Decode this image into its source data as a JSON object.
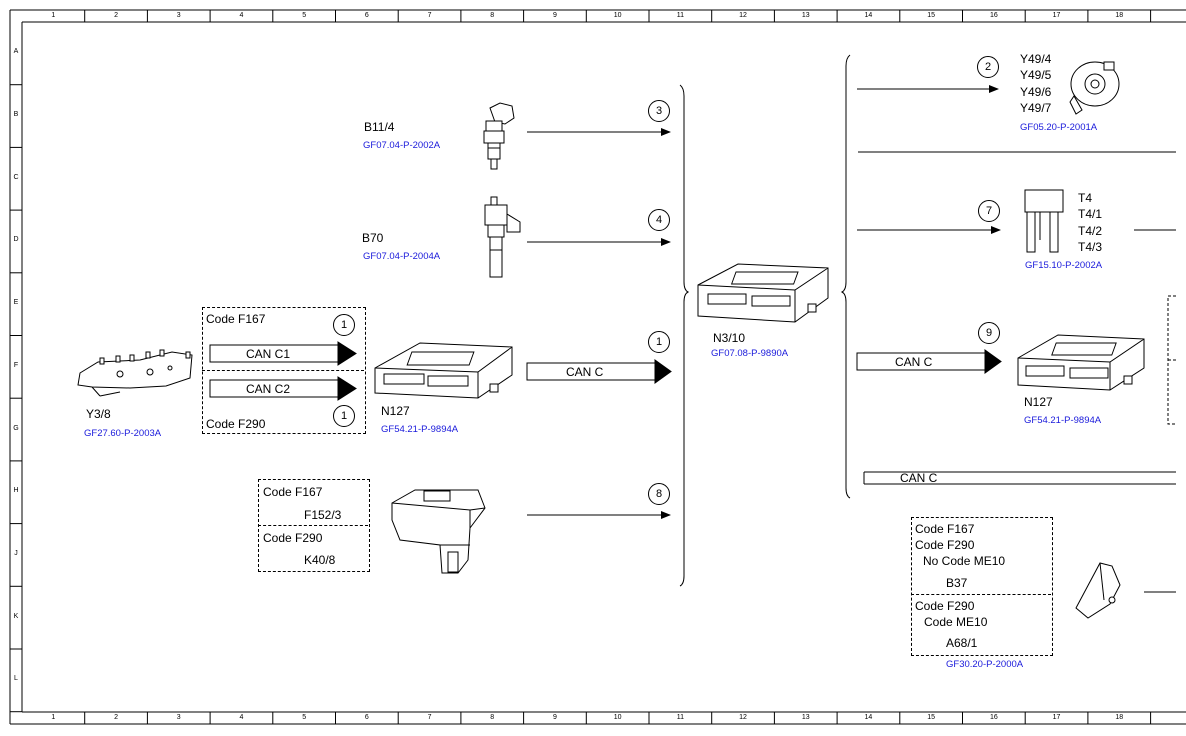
{
  "ruler": {
    "columns": [
      "1",
      "2",
      "3",
      "4",
      "5",
      "6",
      "7",
      "8",
      "9",
      "10",
      "11",
      "12",
      "13",
      "14",
      "15",
      "16",
      "17",
      "18"
    ],
    "rows": [
      "A",
      "B",
      "C",
      "D",
      "E",
      "F",
      "G",
      "H",
      "J",
      "K",
      "L"
    ]
  },
  "inputs": {
    "b11_4": {
      "label": "B11/4",
      "ref": "GF07.04-P-2002A",
      "marker": "3"
    },
    "b70": {
      "label": "B70",
      "ref": "GF07.04-P-2004A",
      "marker": "4"
    },
    "y3_8": {
      "label": "Y3/8",
      "ref": "GF27.60-P-2003A"
    },
    "can_group": {
      "code_top": "Code F167",
      "code_bottom": "Code F290",
      "can_c1": "CAN C1",
      "can_c2": "CAN C2",
      "marker_top": "1",
      "marker_bottom": "1"
    },
    "n127_left": {
      "label": "N127",
      "ref": "GF54.21-P-9894A",
      "can": "CAN C",
      "marker": "1"
    },
    "code_group": {
      "code1": "Code F167",
      "part1": "F152/3",
      "code2": "Code F290",
      "part2": "K40/8",
      "marker": "8"
    }
  },
  "center": {
    "label": "N3/10",
    "ref": "GF07.08-P-9890A"
  },
  "outputs": {
    "y49": {
      "labels": [
        "Y49/4",
        "Y49/5",
        "Y49/6",
        "Y49/7"
      ],
      "ref": "GF05.20-P-2001A",
      "marker": "2"
    },
    "t4": {
      "labels": [
        "T4",
        "T4/1",
        "T4/2",
        "T4/3"
      ],
      "ref": "GF15.10-P-2002A",
      "marker": "7"
    },
    "n127_right": {
      "label": "N127",
      "ref": "GF54.21-P-9894A",
      "can": "CAN C",
      "marker": "9"
    },
    "can_bus": {
      "label": "CAN C"
    },
    "pedal": {
      "code1": "Code F167",
      "code2": "Code F290",
      "code3": "No Code ME10",
      "part1": "B37",
      "code4": "Code F290",
      "code5": "Code ME10",
      "part2": "A68/1",
      "ref": "GF30.20-P-2000A"
    }
  }
}
